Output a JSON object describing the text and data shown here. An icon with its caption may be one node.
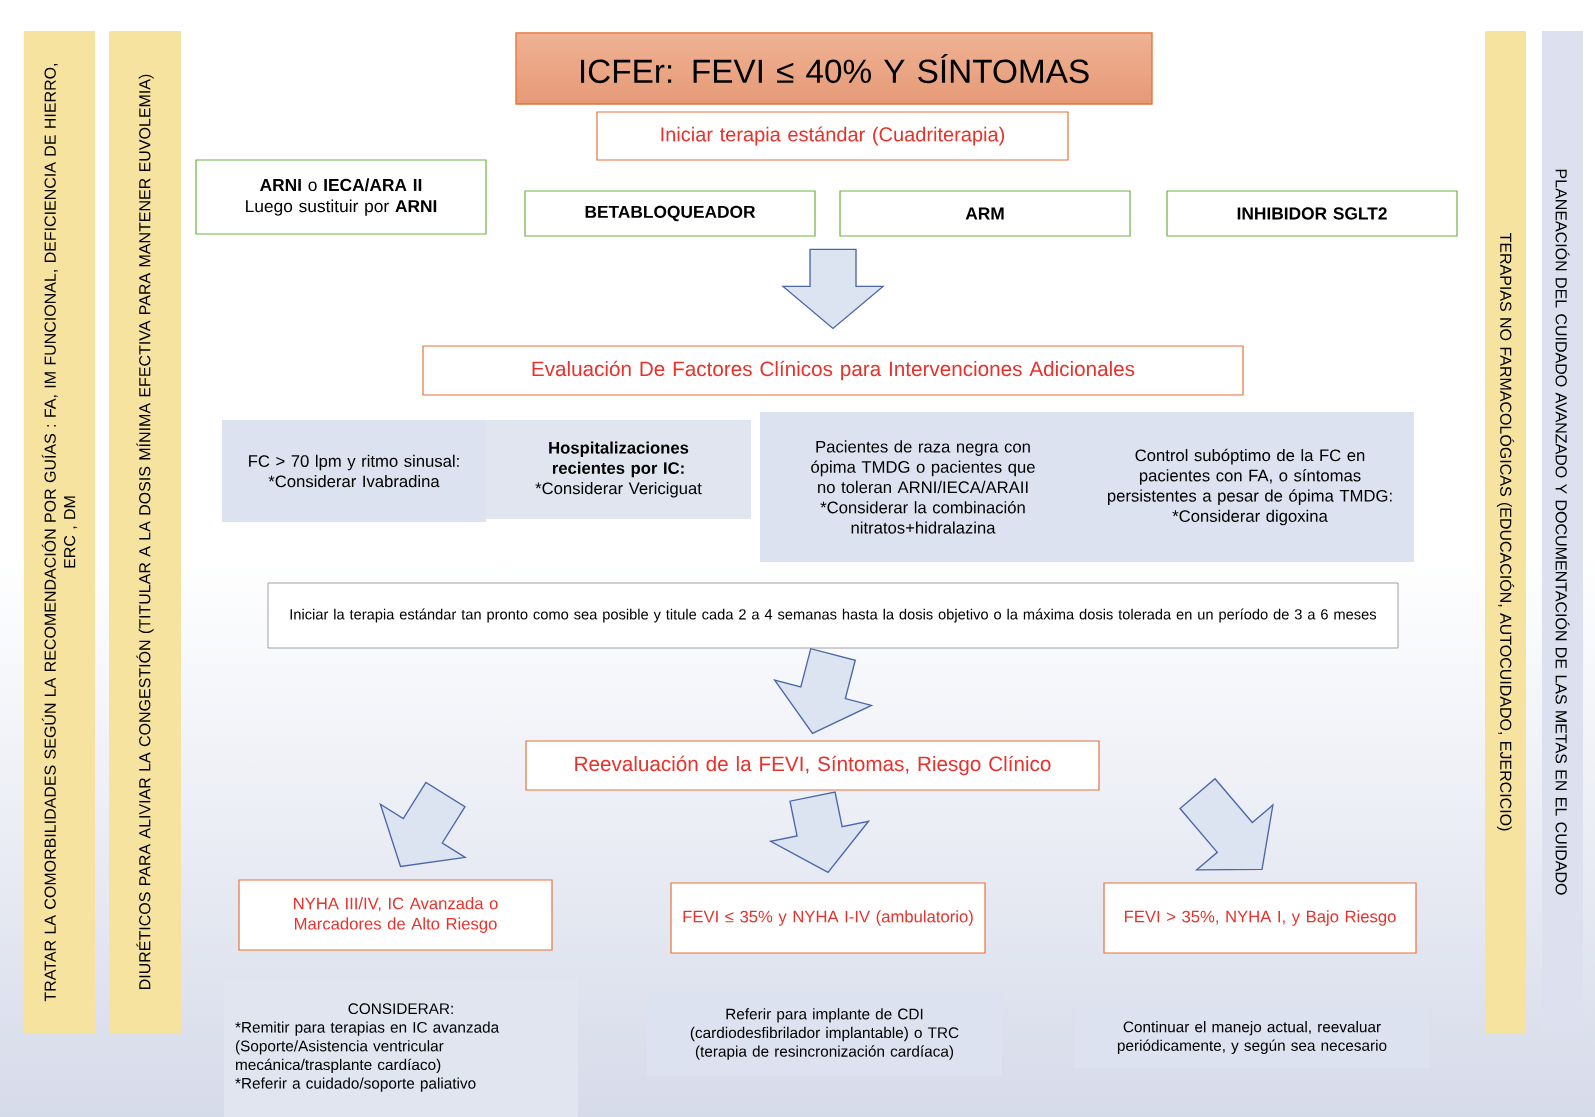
{
  "diagram": {
    "nodes": [
      {
        "text": [
          "ICFEr: FEVI ≤ 40% Y SÍNTOMAS"
        ]
      },
      {
        "text": [
          "Iniciar terapia estándar (Cuadriterapia)"
        ]
      },
      {
        "text": [
          "**ARNI** o **IECA/ARA II**",
          "Luego sustituir por **ARNI**"
        ]
      },
      {
        "text": [
          "BETABLOQUEADOR"
        ]
      },
      {
        "text": [
          "ARM"
        ]
      },
      {
        "text": [
          "INHIBIDOR SGLT2"
        ]
      },
      {
        "text": [
          "Evaluación De Factores Clínicos para Intervenciones Adicionales"
        ]
      },
      {
        "text": [
          "FC > 70 lpm y ritmo sinusal:",
          "*Considerar Ivabradina"
        ]
      },
      {
        "text": [
          "Hospitalizaciones recientes por IC:",
          "*Considerar Vericiguat"
        ]
      },
      {
        "text": [
          "Pacientes de raza negra con ópima TMDG o pacientes que no toleran ARNI/IECA/ARAII",
          "*Considerar la combinación nitratos+hidralazina"
        ]
      },
      {
        "text": [
          "Control subóptimo de la FC en pacientes con FA, o síntomas persistentes a pesar de ópima TMDG:",
          "*Considerar digoxina"
        ]
      },
      {
        "text": [
          "Iniciar la terapia estándar tan pronto como sea posible y titule cada 2 a 4 semanas hasta la dosis objetivo o la máxima dosis tolerada en un período de 3 a 6 meses"
        ]
      },
      {
        "text": [
          "Reevaluación de la FEVI, Síntomas, Riesgo Clínico"
        ]
      },
      {
        "text": [
          "NYHA III/IV, IC Avanzada o Marcadores de Alto Riesgo"
        ]
      },
      {
        "text": [
          "FEVI ≤ 35% y NYHA I-IV (ambulatorio)"
        ]
      },
      {
        "text": [
          "FEVI > 35%, NYHA I, y Bajo Riesgo"
        ]
      },
      {
        "text": [
          "CONSIDERAR:",
          "*Remitir para terapias en IC avanzada (Soporte/Asistencia ventricular mecánica/trasplante cardíaco)",
          "*Referir a cuidado/soporte paliativo"
        ]
      },
      {
        "text": [
          "Referir para implante de CDI (cardiodesfibrilador implantable) o TRC (terapia de resincronización cardíaca)"
        ]
      },
      {
        "text": [
          "Continuar el manejo actual, reevaluar periódicamente, y según sea necesario"
        ]
      },
      {
        "text": [
          "TRATAR LA COMORBILIDADES SEGÚN LA RECOMENDACIÓN POR GUÍAS : FA, IM FUNCIONAL, DEFICIENCIA DE HIERRO, ERC , DM"
        ]
      },
      {
        "text": [
          "DIURÉTICOS PARA ALIVIAR LA CONGESTIÓN (TITULAR A LA DOSIS MÍNIMA EFECTIVA PARA MANTENER EUVOLEMIA)"
        ]
      },
      {
        "text": [
          "TERAPIAS NO FARMACOLÓGICAS (EDUCACIÓN, AUTOCUIDADO, EJERCICIO)"
        ]
      },
      {
        "text": [
          "PLANEACIÓN DEL CUIDADO AVANZADO Y DOCUMENTACIÓN DE LAS METAS EN EL CUIDADO"
        ]
      }
    ],
    "edges": [
      {
        "from": null,
        "to": 6,
        "arrow": "to"
      },
      {
        "from": 11,
        "to": 12,
        "arrow": "to"
      },
      {
        "from": 12,
        "to": 13,
        "arrow": "to"
      },
      {
        "from": 12,
        "to": 14,
        "arrow": "to"
      },
      {
        "from": 12,
        "to": 15,
        "arrow": "to"
      }
    ]
  }
}
